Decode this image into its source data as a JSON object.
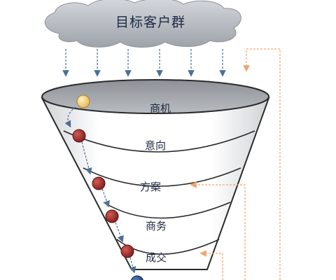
{
  "cloud": {
    "label": "目标客户群"
  },
  "stages": [
    "商机",
    "意向",
    "方案",
    "商务",
    "成交"
  ],
  "colors": {
    "cloud_fill": "#b9bdc4",
    "funnel_wall": "#ffffff",
    "funnel_top": "#a6a9ae",
    "first_ball": "#f3cf7a",
    "ball": "#a8322f",
    "last_ball": "#2c5a9a",
    "flow_arrow": "#4b6f96",
    "feedback_arrow": "#f0a56c"
  }
}
